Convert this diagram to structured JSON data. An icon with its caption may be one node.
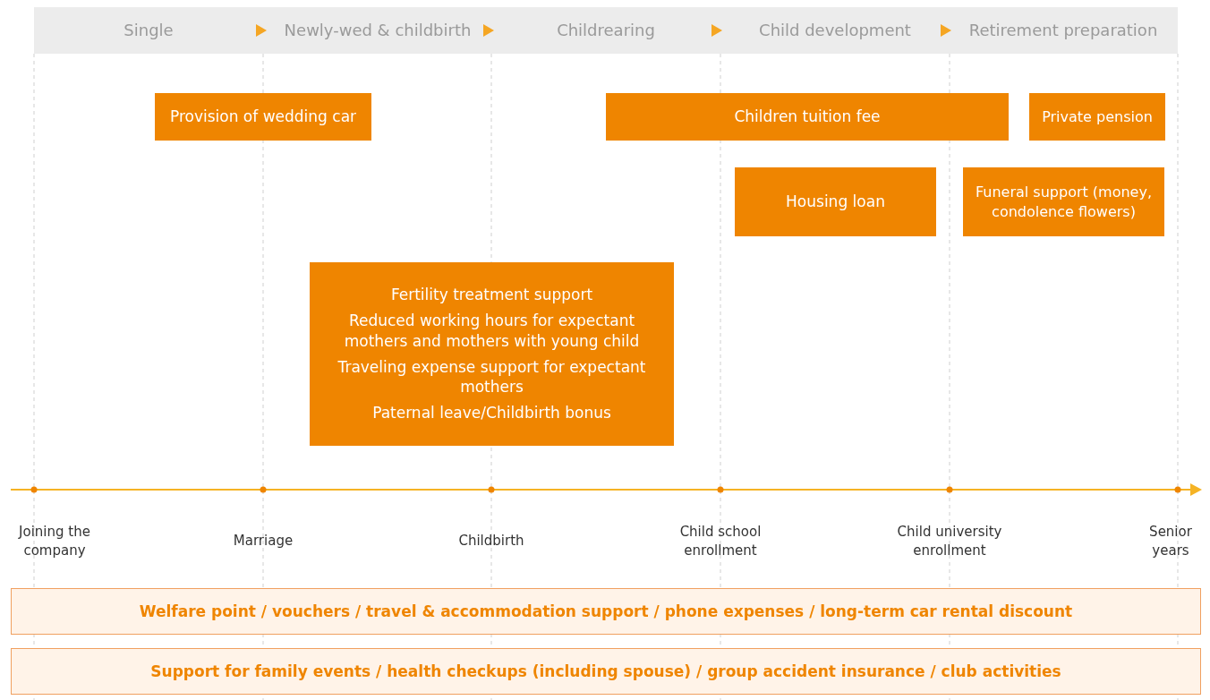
{
  "diagram": {
    "nodes": [
      {
        "text": [
          "Provision of wedding car"
        ]
      },
      {
        "text": [
          "Children tuition fee"
        ]
      },
      {
        "text": [
          "Private pension"
        ]
      },
      {
        "text": [
          "Housing loan"
        ]
      },
      {
        "text": [
          "Funeral support (money, condolence flowers)"
        ]
      },
      {
        "text": [
          "Fertility treatment support",
          "Reduced working hours for expectant mothers and mothers with young child",
          "Traveling expense support for expectant mothers",
          "Paternal leave/Childbirth bonus"
        ]
      },
      {
        "text": [
          "Welfare point / vouchers / travel & accommodation support / phone expenses / long-term car rental discount"
        ]
      },
      {
        "text": [
          "Support for family events / health checkups (including spouse) / group accident insurance / club activities"
        ]
      }
    ],
    "labels": [
      "Single",
      "Newly-wed & childbirth",
      "Childrearing",
      "Child development",
      "Retirement preparation",
      "Joining the company",
      "Marriage",
      "Childbirth",
      "Child school enrollment",
      "Child university enrollment",
      "Senior years"
    ]
  }
}
